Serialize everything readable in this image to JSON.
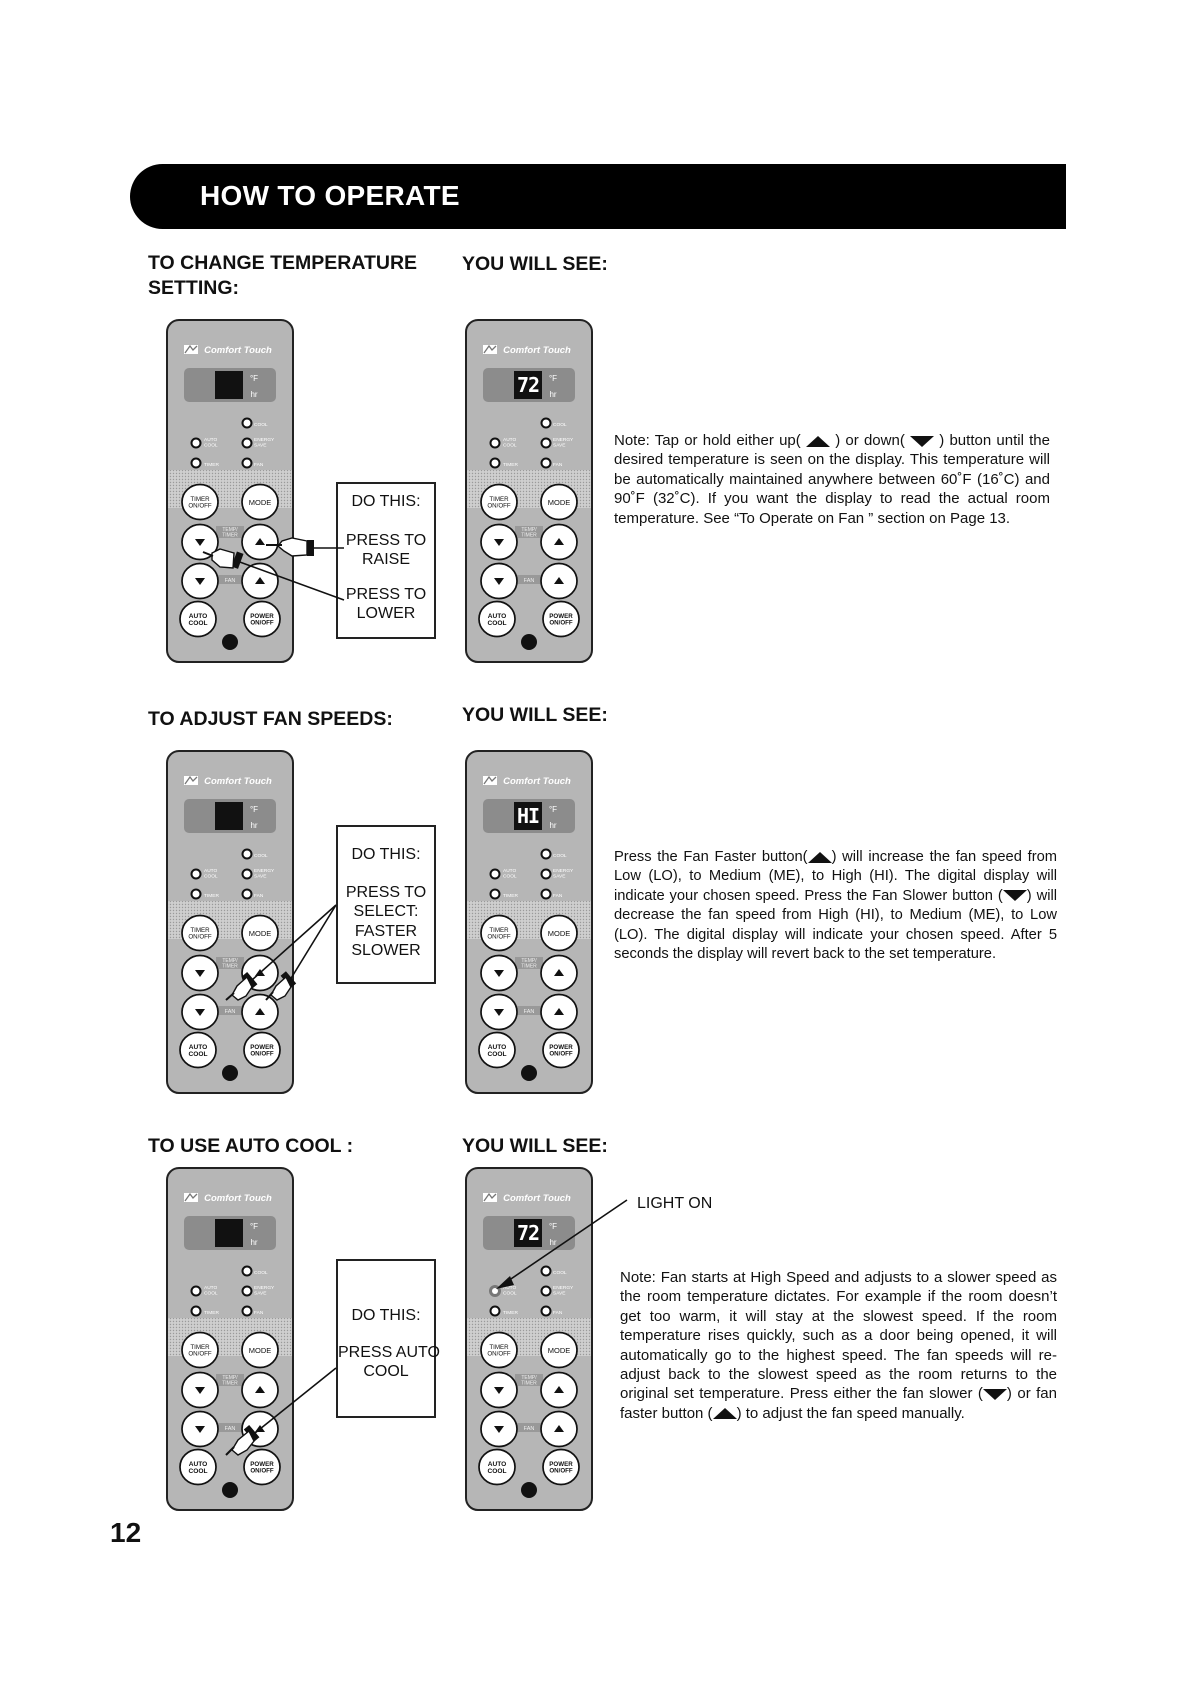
{
  "header": {
    "title": "HOW TO OPERATE"
  },
  "panel_labels": {
    "brand": "Comfort Touch",
    "deg_f": "°F",
    "hr": "hr",
    "cool": "COOL",
    "auto_cool": [
      "AUTO",
      "COOL"
    ],
    "energy_save": [
      "ENERGY",
      "SAVE"
    ],
    "timer": "TIMER",
    "fan": "FAN",
    "timer_onoff": [
      "TIMER",
      "ON/OFF"
    ],
    "mode": "MODE",
    "temp_timer": [
      "TEMP/",
      "TIMER"
    ],
    "auto_cool_btn": [
      "AUTO",
      "COOL"
    ],
    "power_onoff": [
      "POWER",
      "ON/OFF"
    ]
  },
  "sections": [
    {
      "heading": "TO CHANGE TEMPERATURE SETTING:",
      "see_heading": "YOU WILL SEE:",
      "display_value": "72",
      "instruction_lines": [
        "DO THIS:",
        "",
        "PRESS TO",
        "RAISE",
        "",
        "PRESS TO",
        "LOWER"
      ],
      "note_parts": [
        "Note: Tap or hold either up(",
        ") or down(",
        ") button until the desired temperature is seen on the display. This temperature will be automatically maintained anywhere between 60˚F (16˚C) and 90˚F (32˚C). If you want the display to read the actual room temperature. See “To Operate on Fan ” section on Page 13."
      ]
    },
    {
      "heading": "TO ADJUST FAN SPEEDS:",
      "see_heading": "YOU WILL SEE:",
      "display_value": "HI",
      "instruction_lines": [
        "DO THIS:",
        "",
        "PRESS TO",
        "SELECT:",
        "FASTER",
        "SLOWER"
      ],
      "note_parts": [
        "Press the Fan Faster button(",
        ") will increase the fan speed from Low (LO), to Medium (ME), to High (HI). The digital display will indicate your chosen speed. Press the Fan Slower button (",
        ") will decrease the fan speed from High (HI), to Medium (ME), to Low (LO). The digital display will indicate your chosen speed.  After 5 seconds the display will revert back to the set temperature."
      ]
    },
    {
      "heading": "TO USE AUTO COOL :",
      "see_heading": "YOU WILL SEE:",
      "display_value": "72",
      "indicator_label": "LIGHT ON",
      "instruction_lines": [
        "DO THIS:",
        "",
        "PRESS AUTO",
        "COOL"
      ],
      "note_parts": [
        "Note: Fan starts at High Speed and adjusts to a slower speed as the room temperature dictates. For example if the room doesn’t get too warm, it will stay at the slowest speed. If the room temperature rises quickly, such as a door being opened, it will automatically go to the highest speed. The fan speeds will re-adjust back to the slowest speed as the room returns to the original set temperature. Press either the fan slower (",
        ") or fan faster button (",
        ") to adjust the fan speed manually."
      ]
    }
  ],
  "page_number": "12"
}
